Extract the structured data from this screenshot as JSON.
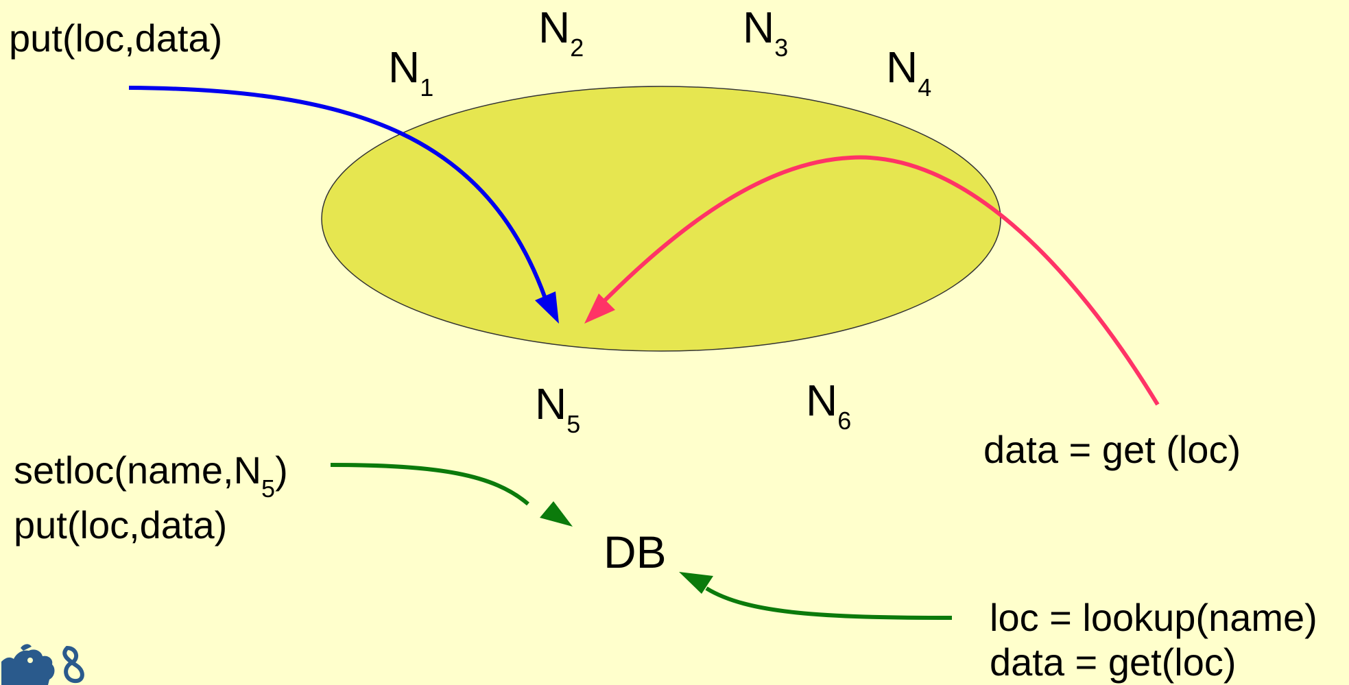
{
  "colors": {
    "background": "#ffffcc",
    "ellipse_fill": "#e6e650",
    "blue_arrow": "#0000ee",
    "red_arrow": "#ff3366",
    "green_arrow": "#0b7a0b",
    "logo": "#2a5a8c"
  },
  "labels": {
    "put_top": "put(loc,data)",
    "get_right": "data = get (loc)",
    "setloc_prefix": "setloc(name,N",
    "setloc_sub": "5",
    "setloc_suffix": ")",
    "put_bottom": "put(loc,data)",
    "db": "DB",
    "lookup_line1": "loc = lookup(name)",
    "lookup_line2": "data = get(loc)"
  },
  "nodes": [
    {
      "letter": "N",
      "sub": "1"
    },
    {
      "letter": "N",
      "sub": "2"
    },
    {
      "letter": "N",
      "sub": "3"
    },
    {
      "letter": "N",
      "sub": "4"
    },
    {
      "letter": "N",
      "sub": "5"
    },
    {
      "letter": "N",
      "sub": "6"
    }
  ],
  "logo_icon": "lion-crest-icon"
}
